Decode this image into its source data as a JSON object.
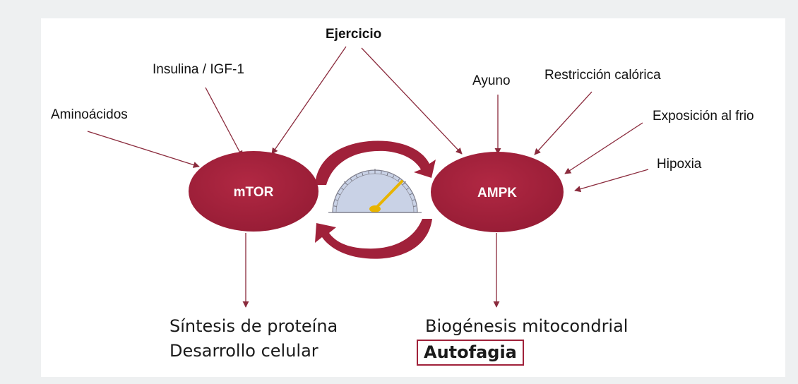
{
  "diagram": {
    "nodes": {
      "mtor": "mTOR",
      "ampk": "AMPK"
    },
    "inputs": {
      "aminoacidos": "Aminoácidos",
      "insulina": "Insulina / IGF-1",
      "ejercicio": "Ejercicio",
      "ayuno": "Ayuno",
      "restriccion": "Restricción calórica",
      "frio": "Exposición al frio",
      "hipoxia": "Hipoxia"
    },
    "outputs": {
      "sintesis": "Síntesis de proteína",
      "desarrollo": "Desarrollo celular",
      "biogenesis": "Biogénesis mitocondrial",
      "autofagia": "Autofagia"
    },
    "colors": {
      "node": "#a0213a",
      "arrow": "#8a2a3c",
      "gauge_face": "#c9d2e6",
      "needle": "#e8b400"
    }
  }
}
